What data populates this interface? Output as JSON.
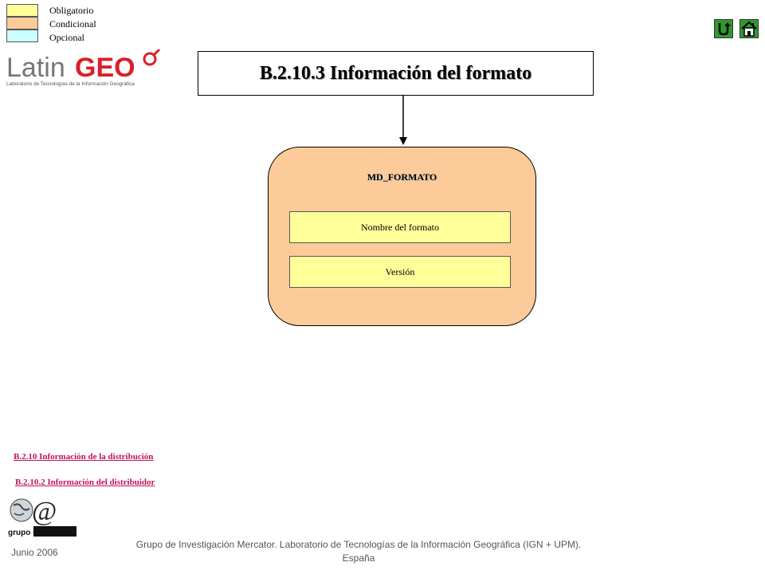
{
  "legend": {
    "items": [
      {
        "label": "Obligatorio",
        "color": "#ffff99"
      },
      {
        "label": "Condicional",
        "color": "#fdcb9a"
      },
      {
        "label": "Opcional",
        "color": "#ccffff"
      }
    ]
  },
  "nav": {
    "back_icon": "u-turn-icon",
    "home_icon": "home-icon",
    "button_color": "#2e9a2e"
  },
  "logo": {
    "brand_prefix": "Latin",
    "brand_suffix": "GEO",
    "tagline": "Laboratorio de Tecnologías de la Información Geográfica"
  },
  "title": "B.2.10.3  Información del formato",
  "entity": {
    "name": "MD_FORMATO",
    "color": "#fdcb9a",
    "attributes": [
      {
        "label": "Nombre del formato",
        "color": "#ffff99"
      },
      {
        "label": "Versión",
        "color": "#ffff99"
      }
    ]
  },
  "links": [
    {
      "label": "B.2.10 Información de la distribución"
    },
    {
      "label": "B.2.10.2 Información del distribuidor"
    }
  ],
  "mercator_logo": {
    "text": "grupo mercator"
  },
  "footer": {
    "date": "Junio 2006",
    "line1": "Grupo de Investigación Mercator. Laboratorio de Tecnologías de la Información Geográfica (IGN + UPM).",
    "line2": "España"
  }
}
